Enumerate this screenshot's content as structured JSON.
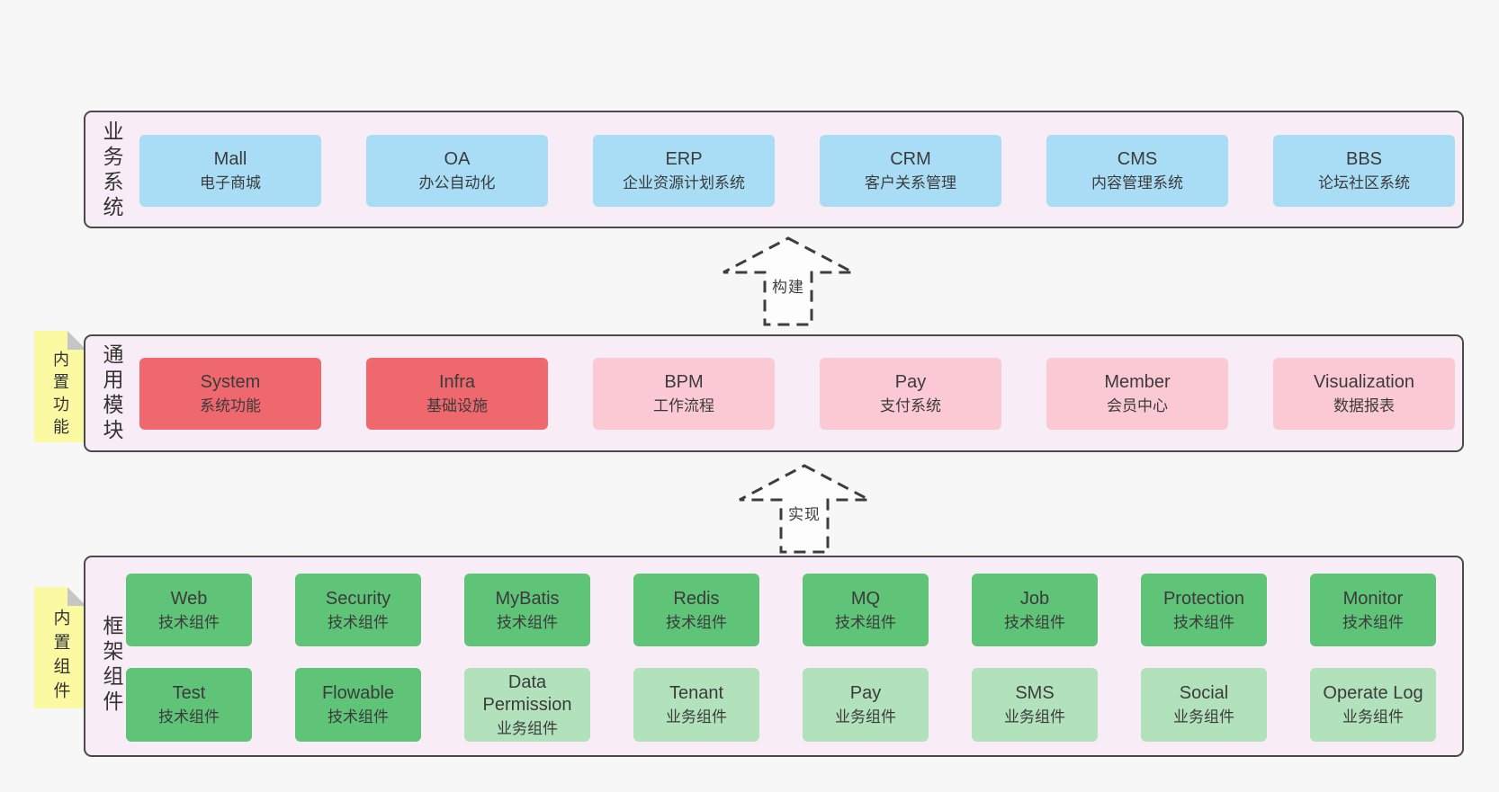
{
  "diagram": {
    "background": "#f7f7f7",
    "panel_background": "#f8edf6",
    "panel_border": "#4a4a4a"
  },
  "colors": {
    "blue_box": "#a9ddf5",
    "red_box": "#ee686e",
    "pink_box": "#fbc9d4",
    "green_box": "#5fc378",
    "light_green_box": "#b2e2bc",
    "sticky_yellow": "#fbf9a2",
    "sticky_fold_gray": "#c6c6c6",
    "text": "#3b3b3b"
  },
  "layers": [
    {
      "title": "业务系统",
      "boxes": [
        {
          "name": "Mall",
          "desc": "电子商城",
          "variant": "blue"
        },
        {
          "name": "OA",
          "desc": "办公自动化",
          "variant": "blue"
        },
        {
          "name": "ERP",
          "desc": "企业资源计划系统",
          "variant": "blue"
        },
        {
          "name": "CRM",
          "desc": "客户关系管理",
          "variant": "blue"
        },
        {
          "name": "CMS",
          "desc": "内容管理系统",
          "variant": "blue"
        },
        {
          "name": "BBS",
          "desc": "论坛社区系统",
          "variant": "blue"
        }
      ]
    },
    {
      "title": "通用模块",
      "sticky": "内置功能",
      "boxes": [
        {
          "name": "System",
          "desc": "系统功能",
          "variant": "red"
        },
        {
          "name": "Infra",
          "desc": "基础设施",
          "variant": "red"
        },
        {
          "name": "BPM",
          "desc": "工作流程",
          "variant": "pink"
        },
        {
          "name": "Pay",
          "desc": "支付系统",
          "variant": "pink"
        },
        {
          "name": "Member",
          "desc": "会员中心",
          "variant": "pink"
        },
        {
          "name": "Visualization",
          "desc": "数据报表",
          "variant": "pink"
        }
      ]
    },
    {
      "title": "框架组件",
      "sticky": "内置组件",
      "rows": [
        [
          {
            "name": "Web",
            "desc": "技术组件",
            "variant": "green"
          },
          {
            "name": "Security",
            "desc": "技术组件",
            "variant": "green"
          },
          {
            "name": "MyBatis",
            "desc": "技术组件",
            "variant": "green"
          },
          {
            "name": "Redis",
            "desc": "技术组件",
            "variant": "green"
          },
          {
            "name": "MQ",
            "desc": "技术组件",
            "variant": "green"
          },
          {
            "name": "Job",
            "desc": "技术组件",
            "variant": "green"
          },
          {
            "name": "Protection",
            "desc": "技术组件",
            "variant": "green"
          },
          {
            "name": "Monitor",
            "desc": "技术组件",
            "variant": "green"
          }
        ],
        [
          {
            "name": "Test",
            "desc": "技术组件",
            "variant": "green"
          },
          {
            "name": "Flowable",
            "desc": "技术组件",
            "variant": "green"
          },
          {
            "name": "Data Permission",
            "desc": "业务组件",
            "variant": "lightgreen"
          },
          {
            "name": "Tenant",
            "desc": "业务组件",
            "variant": "lightgreen"
          },
          {
            "name": "Pay",
            "desc": "业务组件",
            "variant": "lightgreen"
          },
          {
            "name": "SMS",
            "desc": "业务组件",
            "variant": "lightgreen"
          },
          {
            "name": "Social",
            "desc": "业务组件",
            "variant": "lightgreen"
          },
          {
            "name": "Operate Log",
            "desc": "业务组件",
            "variant": "lightgreen"
          }
        ]
      ]
    }
  ],
  "arrows": [
    {
      "label": "构建"
    },
    {
      "label": "实现"
    }
  ]
}
